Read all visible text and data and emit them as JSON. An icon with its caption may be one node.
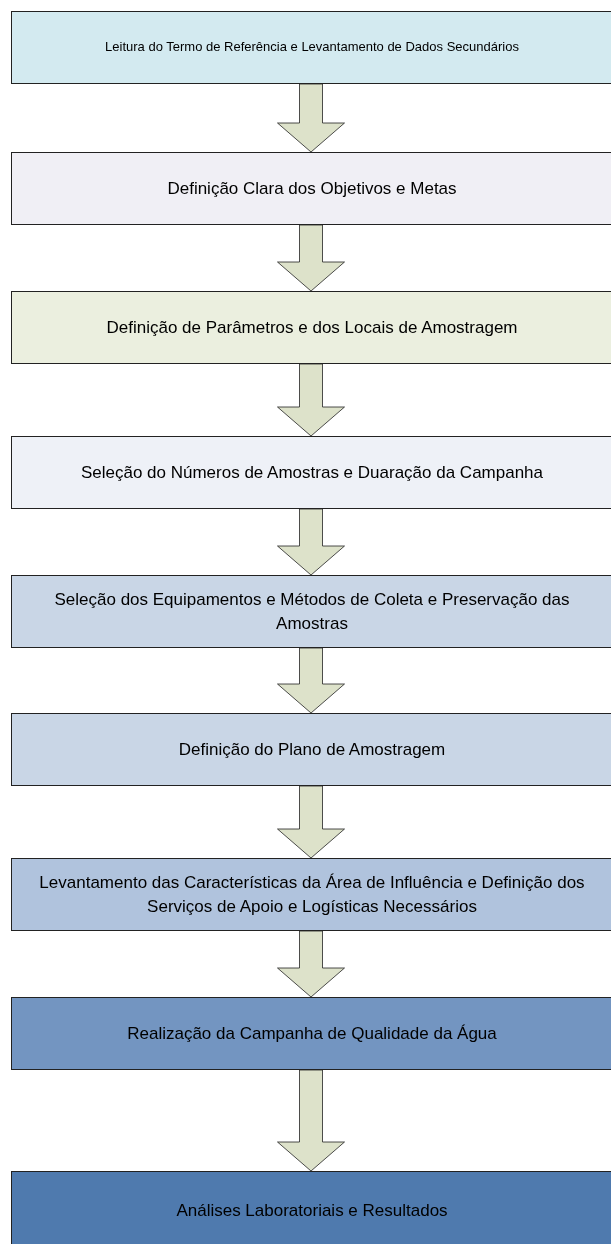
{
  "diagram": {
    "nodes": [
      {
        "text": [
          "Leitura do Termo de Referência e Levantamento de Dados Secundários"
        ]
      },
      {
        "text": [
          "Definição Clara dos Objetivos e Metas"
        ]
      },
      {
        "text": [
          "Definição de Parâmetros e dos Locais de Amostragem"
        ]
      },
      {
        "text": [
          "Seleção do Números de Amostras e Duaração da Campanha"
        ]
      },
      {
        "text": [
          "Seleção dos Equipamentos e Métodos de Coleta e Preservação das Amostras"
        ]
      },
      {
        "text": [
          "Definição do Plano de Amostragem"
        ]
      },
      {
        "text": [
          "Levantamento das Características da Área de Influência e Definição dos Serviços de Apoio e Logísticas Necessários"
        ]
      },
      {
        "text": [
          "Realização da Campanha de Qualidade da Água"
        ]
      },
      {
        "text": [
          "Análises Laboratoriais e Resultados"
        ]
      }
    ],
    "edges": [
      {
        "from": 0,
        "to": 1,
        "arrow": "to"
      },
      {
        "from": 1,
        "to": 2,
        "arrow": "to"
      },
      {
        "from": 2,
        "to": 3,
        "arrow": "to"
      },
      {
        "from": 3,
        "to": 4,
        "arrow": "to"
      },
      {
        "from": 4,
        "to": 5,
        "arrow": "to"
      },
      {
        "from": 5,
        "to": 6,
        "arrow": "to"
      },
      {
        "from": 6,
        "to": 7,
        "arrow": "to"
      },
      {
        "from": 7,
        "to": 8,
        "arrow": "to"
      }
    ]
  }
}
